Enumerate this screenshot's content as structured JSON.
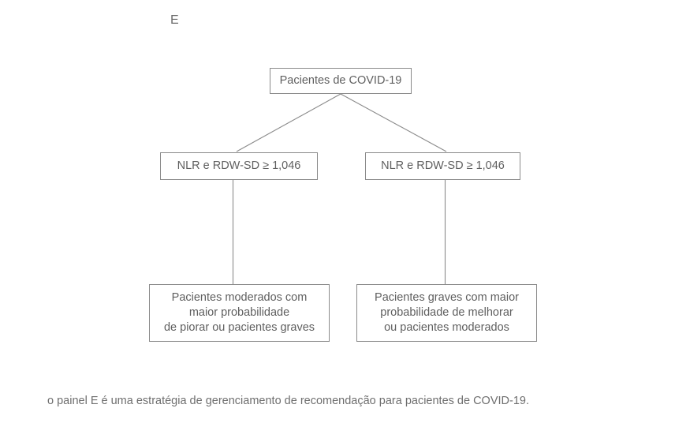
{
  "figure": {
    "panel_letter": "E",
    "caption": "o painel E é uma estratégia de gerenciamento de recomendação para pacientes de COVID-19.",
    "colors": {
      "box_border": "#8a8a8a",
      "box_fill": "#ffffff",
      "text": "#5f5f5f",
      "caption_text": "#6e6e6e",
      "connector_line": "#8a8a8a",
      "background": "#ffffff"
    }
  },
  "flowchart": {
    "type": "decision-tree",
    "nodes": {
      "root": {
        "id": "root",
        "label": "Pacientes de COVID-19",
        "level": 0
      },
      "criteria_left": {
        "id": "criteria_left",
        "label": "NLR e RDW-SD ≥ 1,046",
        "level": 1,
        "branch": "left"
      },
      "criteria_right": {
        "id": "criteria_right",
        "label": "NLR e RDW-SD ≥ 1,046",
        "level": 1,
        "branch": "right"
      },
      "outcome_left": {
        "id": "outcome_left",
        "label": "Pacientes moderados com\nmaior probabilidade\nde piorar ou pacientes graves",
        "level": 2,
        "branch": "left"
      },
      "outcome_right": {
        "id": "outcome_right",
        "label": "Pacientes graves com maior\nprobabilidade de melhorar\nou pacientes moderados",
        "level": 2,
        "branch": "right"
      }
    },
    "edges": [
      {
        "from": "root",
        "to": "criteria_left",
        "style": "diagonal"
      },
      {
        "from": "root",
        "to": "criteria_right",
        "style": "diagonal"
      },
      {
        "from": "criteria_left",
        "to": "outcome_left",
        "style": "vertical"
      },
      {
        "from": "criteria_right",
        "to": "outcome_right",
        "style": "vertical"
      }
    ]
  }
}
